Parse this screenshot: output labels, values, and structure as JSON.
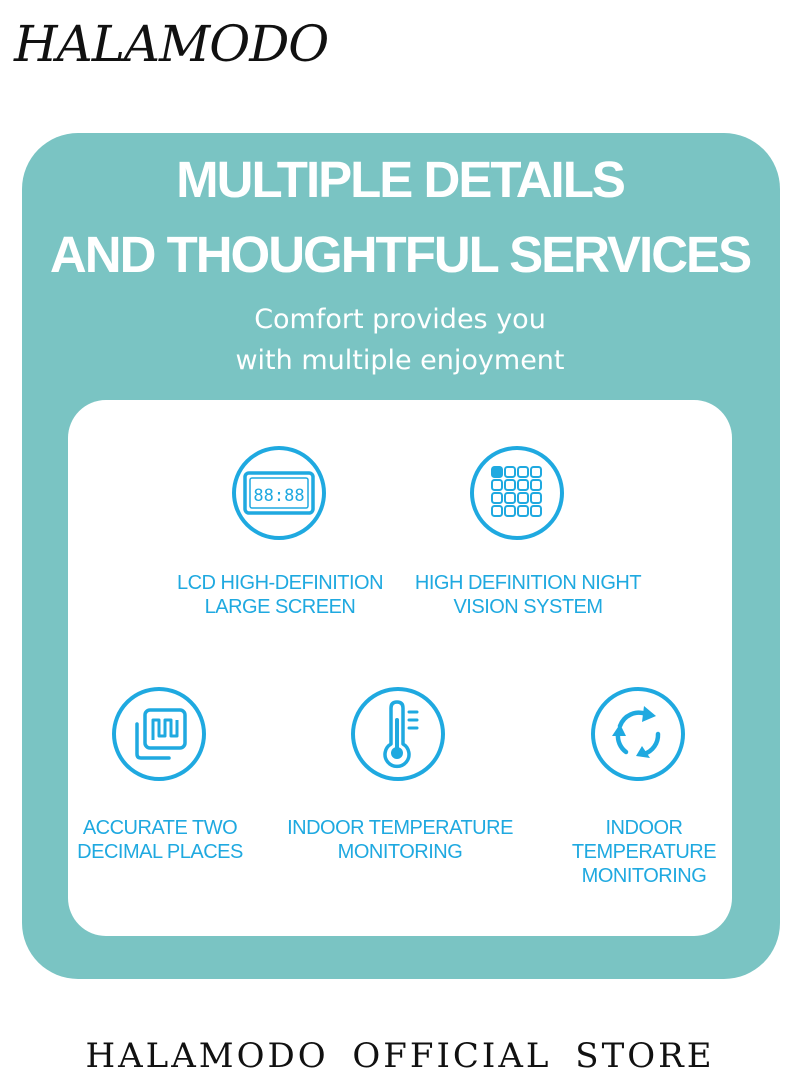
{
  "brand": {
    "logo_text": "HALAMODO"
  },
  "card": {
    "headline_line1": "MULTIPLE DETAILS",
    "headline_line2": "AND THOUGHTFUL SERVICES",
    "subtitle_line1": "Comfort provides you",
    "subtitle_line2": "with multiple enjoyment",
    "accent_color": "#7ac4c3",
    "icon_color": "#1fa9e0"
  },
  "features": [
    {
      "icon": "lcd-screen-icon",
      "label_line1": "LCD HIGH-DEFINITION",
      "label_line2": "LARGE SCREEN",
      "lcd_digits": "88:88"
    },
    {
      "icon": "night-vision-grid-icon",
      "label_line1": "HIGH DEFINITION NIGHT",
      "label_line2": "VISION SYSTEM"
    },
    {
      "icon": "decimal-precision-icon",
      "label_line1": "ACCURATE TWO",
      "label_line2": "DECIMAL PLACES"
    },
    {
      "icon": "thermometer-icon",
      "label_line1": "INDOOR TEMPERATURE",
      "label_line2": "MONITORING"
    },
    {
      "icon": "refresh-cycle-icon",
      "label_line1": "INDOOR",
      "label_line2": "TEMPERATURE",
      "label_line3": "MONITORING"
    }
  ],
  "footer": {
    "store_text": "HALAMODO OFFICIAL STORE"
  }
}
